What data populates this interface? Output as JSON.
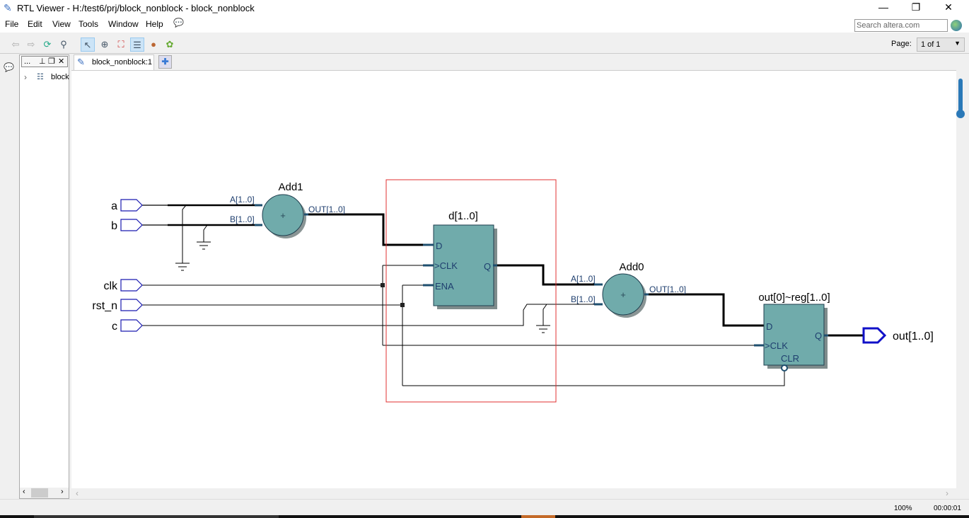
{
  "window": {
    "title": "RTL Viewer - H:/test6/prj/block_nonblock - block_nonblock",
    "minimize": "—",
    "restore": "❐",
    "close": "✕"
  },
  "menu": [
    "File",
    "Edit",
    "View",
    "Tools",
    "Window",
    "Help"
  ],
  "search": {
    "placeholder": "Search altera.com"
  },
  "toolbar": {
    "page_label": "Page:",
    "page_value": "1 of 1"
  },
  "panel": {
    "header": "...",
    "tree_item": "block"
  },
  "tabs": [
    {
      "label": "block_nonblock:1"
    }
  ],
  "status": {
    "zoom": "100%",
    "time": "00:00:01"
  },
  "schematic": {
    "inputs": [
      "a",
      "b",
      "clk",
      "rst_n",
      "c"
    ],
    "output": "out[1..0]",
    "add1": {
      "name": "Add1",
      "a": "A[1..0]",
      "b": "B[1..0]",
      "out": "OUT[1..0]",
      "op": "+"
    },
    "add0": {
      "name": "Add0",
      "a": "A[1..0]",
      "b": "B[1..0]",
      "out": "OUT[1..0]",
      "op": "+"
    },
    "reg_d": {
      "name": "d[1..0]",
      "d": "D",
      "clk": "CLK",
      "ena": "ENA",
      "q": "Q"
    },
    "reg_out": {
      "name": "out[0]~reg[1..0]",
      "d": "D",
      "clk": "CLK",
      "clr": "CLR",
      "q": "Q"
    }
  },
  "colors": {
    "block_fill": "#70abab",
    "highlight": "#e03030",
    "pin": "#1010c8"
  }
}
